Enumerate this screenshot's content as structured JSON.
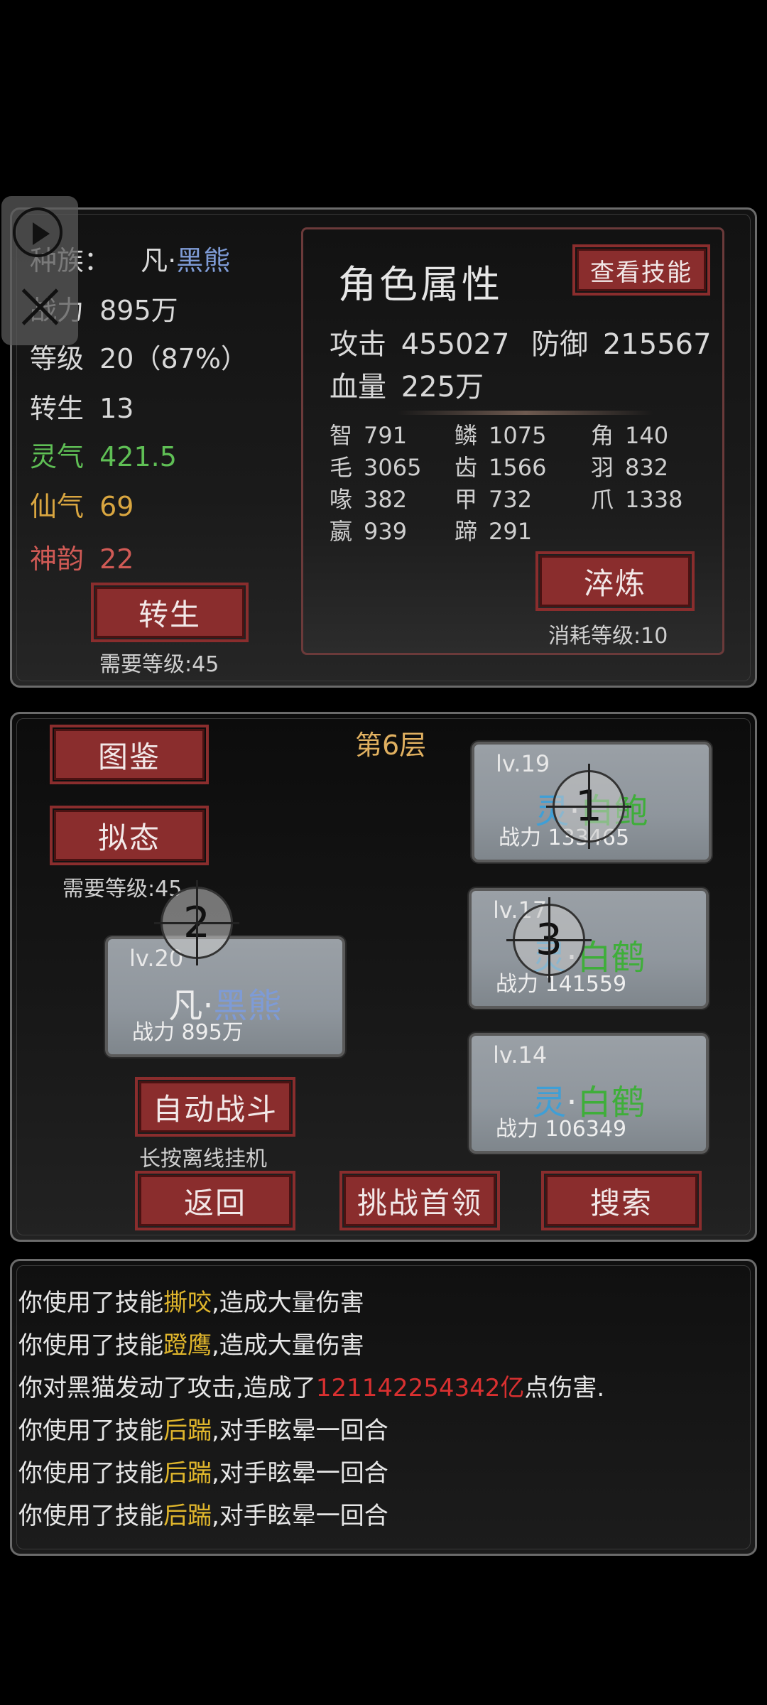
{
  "overlay": {
    "play_icon": "play-icon",
    "close_icon": "close-icon"
  },
  "stats": {
    "race_label": "种族：",
    "race_prefix": "凡",
    "race_sep": "·",
    "race_name": "黑熊",
    "power_label": "战力",
    "power_value": "895万",
    "level_label": "等级",
    "level_value": "20（87%）",
    "rebirth_label": "转生",
    "rebirth_value": "13",
    "lingqi_label": "灵气",
    "lingqi_value": "421.5",
    "xianqi_label": "仙气",
    "xianqi_value": "69",
    "shenyun_label": "神韵",
    "shenyun_value": "22",
    "rebirth_button": "转生",
    "rebirth_req": "需要等级:45"
  },
  "attributes": {
    "title": "角色属性",
    "view_skills_button": "查看技能",
    "attack_label": "攻击",
    "attack_value": "455027",
    "defense_label": "防御",
    "defense_value": "215567",
    "hp_label": "血量",
    "hp_value": "225万",
    "grid": [
      {
        "k": "智",
        "v": "791"
      },
      {
        "k": "鳞",
        "v": "1075"
      },
      {
        "k": "角",
        "v": "140"
      },
      {
        "k": "毛",
        "v": "3065"
      },
      {
        "k": "齿",
        "v": "1566"
      },
      {
        "k": "羽",
        "v": "832"
      },
      {
        "k": "喙",
        "v": "382"
      },
      {
        "k": "甲",
        "v": "732"
      },
      {
        "k": "爪",
        "v": "1338"
      },
      {
        "k": "嬴",
        "v": "939"
      },
      {
        "k": "蹄",
        "v": "291"
      }
    ],
    "refine_button": "淬炼",
    "refine_cost": "消耗等级:10"
  },
  "battle": {
    "floor": "第6层",
    "codex_button": "图鉴",
    "mimic_button": "拟态",
    "mimic_req": "需要等级:45",
    "player": {
      "lv": "lv.20",
      "prefix": "凡",
      "sep": "·",
      "name": "黑熊",
      "power": "战力 895万"
    },
    "enemies": [
      {
        "lv": "lv.19",
        "prefix": "灵",
        "sep": "·",
        "name": "白鲍",
        "power": "战力 133465"
      },
      {
        "lv": "lv.17",
        "prefix": "灵",
        "sep": "·",
        "name": "白鹤",
        "power": "战力 141559"
      },
      {
        "lv": "lv.14",
        "prefix": "灵",
        "sep": "·",
        "name": "白鹤",
        "power": "战力 106349"
      }
    ],
    "markers": [
      "1",
      "2",
      "3"
    ],
    "auto_button": "自动战斗",
    "auto_hint": "长按离线挂机",
    "back_button": "返回",
    "boss_button": "挑战首领",
    "search_button": "搜索"
  },
  "log": [
    {
      "a": "你使用了技能",
      "b": "撕咬",
      "c": ",造成大量伤害"
    },
    {
      "a": "你使用了技能",
      "b": "蹬鹰",
      "c": ",造成大量伤害"
    },
    {
      "a": "你对黑猫发动了攻击,造成了",
      "b": "121142254342亿",
      "c": "点伤害."
    },
    {
      "a": "你使用了技能",
      "b": "后踹",
      "c": ",对手眩晕一回合"
    },
    {
      "a": "你使用了技能",
      "b": "后踹",
      "c": ",对手眩晕一回合"
    },
    {
      "a": "你使用了技能",
      "b": "后踹",
      "c": ",对手眩晕一回合"
    }
  ],
  "colors": {
    "blue_name": "#7e9bd6",
    "green": "#5fbf55",
    "gold": "#d9a640",
    "red_label": "#d05a55",
    "log_skill": "#e0b62c",
    "log_damage": "#d83030",
    "gold_title": "#e0b060"
  }
}
